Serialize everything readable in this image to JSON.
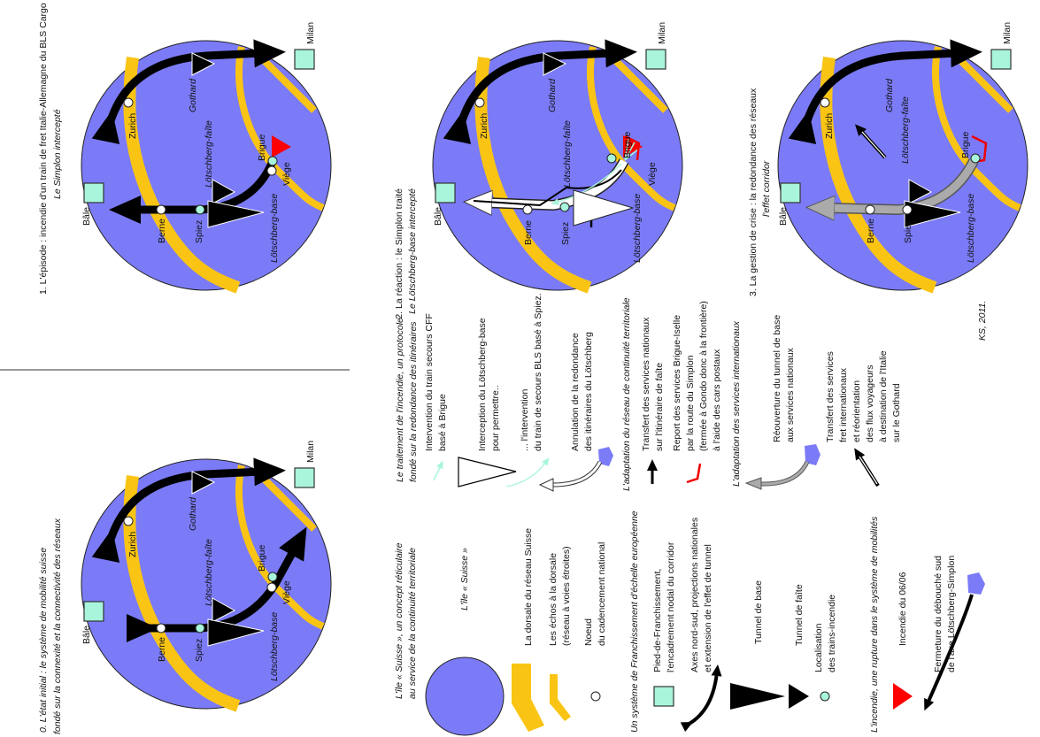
{
  "panels": {
    "p0": {
      "title": [
        "0. L'état initial : le système de mobilité suisse",
        "fondé sur la connexité et la connectivité des réseaux"
      ]
    },
    "p1": {
      "title": [
        "1. L'épisode : incendie d'un train de fret Italie-Allemagne du BLS Cargo",
        "Le Simplon intercepté"
      ]
    },
    "p2": {
      "title": [
        "2. La réaction : le Simplon traité",
        "Le Lötschberg-base intercepté"
      ]
    },
    "p3": {
      "title": [
        "3. La gestion de crise : la redondance des réseaux",
        "l'effet corridor"
      ]
    }
  },
  "places": {
    "zurich": "Zurich",
    "berne": "Berne",
    "spiez": "Spiez",
    "bale": "Bâle",
    "milan": "Milan",
    "brigue": "Brigue",
    "viege": "Viège",
    "gothard": "Gothard",
    "lotschberg_faite": "Lötschberg-faîte",
    "lotschberg_base": "Lötschberg-base"
  },
  "colors": {
    "isle": "#7b7bf7",
    "dorsale": "#f9c414",
    "node": "#a8f5dc",
    "fire": "#ff0000"
  },
  "legend": {
    "s1": {
      "heading": [
        "L'île « Suisse », un concept réticulaire",
        "au service de la continuité territoriale"
      ],
      "isle": "L'île « Suisse »",
      "dorsale": "La dorsale du réseau Suisse",
      "echos": [
        "Les échos à la dorsale",
        "(réseau à voies étroites)"
      ],
      "noeud": [
        "Noeud",
        "du cadencement national"
      ]
    },
    "s2": {
      "heading": "Un système de Franchissement d'échelle européenne",
      "pied": [
        "Pied-de-Franchissement,",
        "l'encadrement nodal du corridor"
      ],
      "axes": [
        "Axes nord-sud, projections nationales",
        "et extension de l'effet de tunnel"
      ],
      "tunnel_base": "Tunnel de base",
      "tunnel_faite": "Tunnel de faîte",
      "localisation": [
        "Localisation",
        "des trains-incendie"
      ]
    },
    "s3": {
      "heading": "L'incendie, une rupture dans le système de mobilités",
      "incendie": "Incendie du 06/06",
      "fermeture": [
        "Fermeture du débouché sud",
        "de l'axe Lötschberg-Simplon"
      ]
    },
    "s4": {
      "heading": [
        "Le traitement de l'incendie, un protocole",
        "fondé sur la redondance des itinéraires"
      ],
      "intervention_cff": [
        "Intervention du train secours CFF",
        "basé à Brigue"
      ],
      "interception": [
        "Interception du Lötschberg-base",
        "pour permettre.."
      ],
      "intervention_bls": [
        "... l'intervention",
        "du train de secours BLS basé à Spiez."
      ],
      "annulation": [
        "Annulation de la redondance",
        "des itinéraires du Lötschberg"
      ]
    },
    "s5": {
      "heading": "L'adaptation du réseau de continuité territoriale",
      "transfert_nat": [
        "Transfert des services nationaux",
        "sur l'itinéraire de faîte"
      ],
      "report": [
        "Report des services Brigue-Iselle",
        "par la route du Simplon",
        "(fermée à Gondo donc à la frontière)",
        "à l'aide des cars postaux"
      ]
    },
    "s6": {
      "heading": "L'adaptation des services internationaux",
      "reouverture": [
        "Réouverture du tunnel de base",
        "aux services nationaux"
      ],
      "transfert_int": [
        "Transfert des services",
        "fret internationaux",
        "et réorientation",
        "des flux voyageurs",
        "à destination de l'Italie",
        "sur le Gothard"
      ]
    }
  },
  "credit": "KS, 2011."
}
